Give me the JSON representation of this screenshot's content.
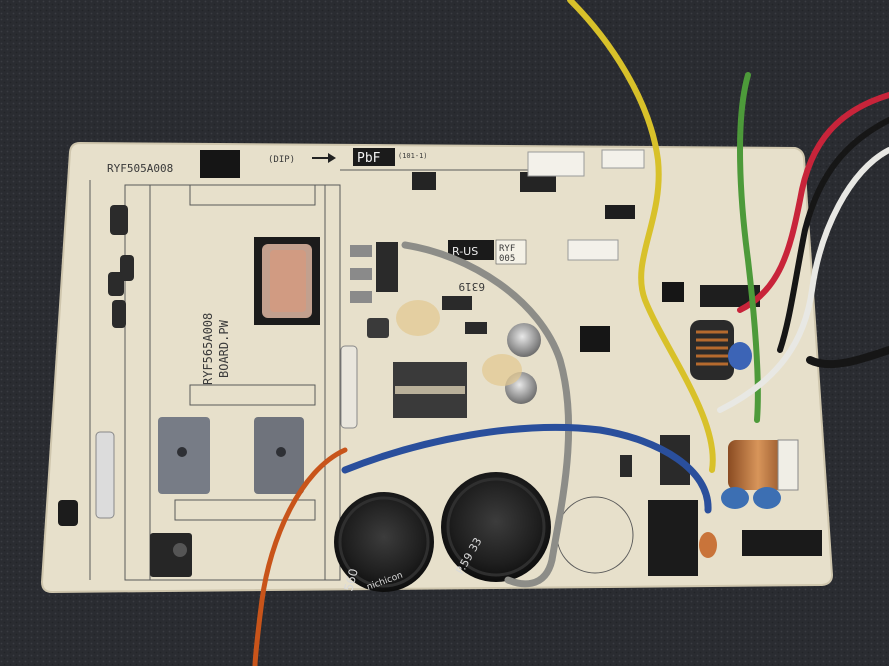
{
  "photo": {
    "subject": "",
    "board": {
      "part_number_top": "RYF505A008",
      "dip_label": "(DIP)",
      "pbf_mark": "PbF",
      "pbf_code": "(101-1)",
      "part_number_vertical": "RYF565A008",
      "board_label": "BOARD.PW",
      "sticker_text": "R-US",
      "sticker_code_line1": "RYF",
      "sticker_code_line2": "005",
      "batch_number": "6319"
    },
    "capacitors": {
      "left_voltage": "560",
      "left_brand": "nichicon",
      "right_voltage": "P.59 33"
    },
    "colors": {
      "background": "#2a2c31",
      "pcb": "#e7e0cb",
      "wire_yellow": "#d8c12a",
      "wire_gray": "#8d8d88",
      "wire_blue": "#2a4f9c",
      "wire_orange": "#c8541a",
      "wire_red": "#c8243a",
      "wire_green": "#4d9a3a",
      "wire_black": "#161616",
      "wire_white": "#e8e8e4"
    }
  }
}
